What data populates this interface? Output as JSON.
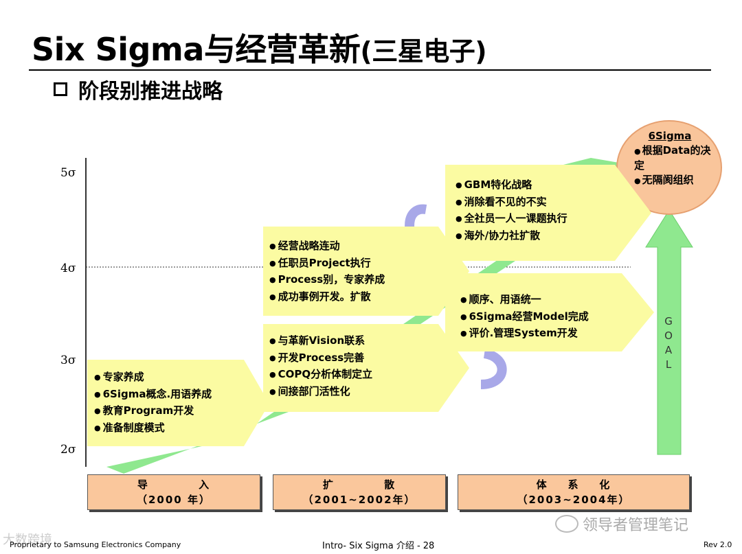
{
  "title": {
    "main": "Six Sigma与经营革新",
    "sub": "(三星电子)"
  },
  "subtitle": "阶段别推进战略",
  "y_axis": [
    "5σ",
    "4σ",
    "3σ",
    "2σ"
  ],
  "stages": [
    {
      "items": [
        "专家养成",
        "6Sigma概念.用语养成",
        "教育Program开发",
        "准备制度模式"
      ]
    },
    {
      "items": [
        "与革新Vision联系",
        "开发Process完善",
        "COPQ分析体制定立",
        "间接部门活性化"
      ]
    },
    {
      "items": [
        "经营战略连动",
        "任职员Project执行",
        "Process别，专家养成",
        "成功事例开发。扩散"
      ]
    },
    {
      "items": [
        "顺序、用语统一",
        "6Sigma经营Model完成",
        "评价.管理System开发"
      ]
    },
    {
      "items": [
        "GBM特化战略",
        "消除看不见的不实",
        "全社员一人一课题执行",
        "海外/协力社扩散"
      ]
    }
  ],
  "goal": {
    "head": "6Sigma",
    "items": [
      "根据Data的决定",
      "无隔阂组织"
    ],
    "arrow_label": "GOAL"
  },
  "phases": [
    {
      "name": "导          入",
      "years": "（2000 年）"
    },
    {
      "name": "扩          散",
      "years": "（2001~2002年）"
    },
    {
      "name": "体    系    化",
      "years": "（2003~2004年）"
    }
  ],
  "footer": {
    "left": "Proprietary to Samsung Electronics Company",
    "center": "Intro- Six Sigma 介绍 - 28",
    "right": "Rev 2.0"
  },
  "watermark": {
    "text": "领导者管理笔记",
    "corner": "大数跨境"
  },
  "colors": {
    "arrow_green": "#8fe88f",
    "box_yellow": "#fbfba2",
    "circle_orange": "#f9c59b",
    "phase_orange": "#fac79c"
  }
}
